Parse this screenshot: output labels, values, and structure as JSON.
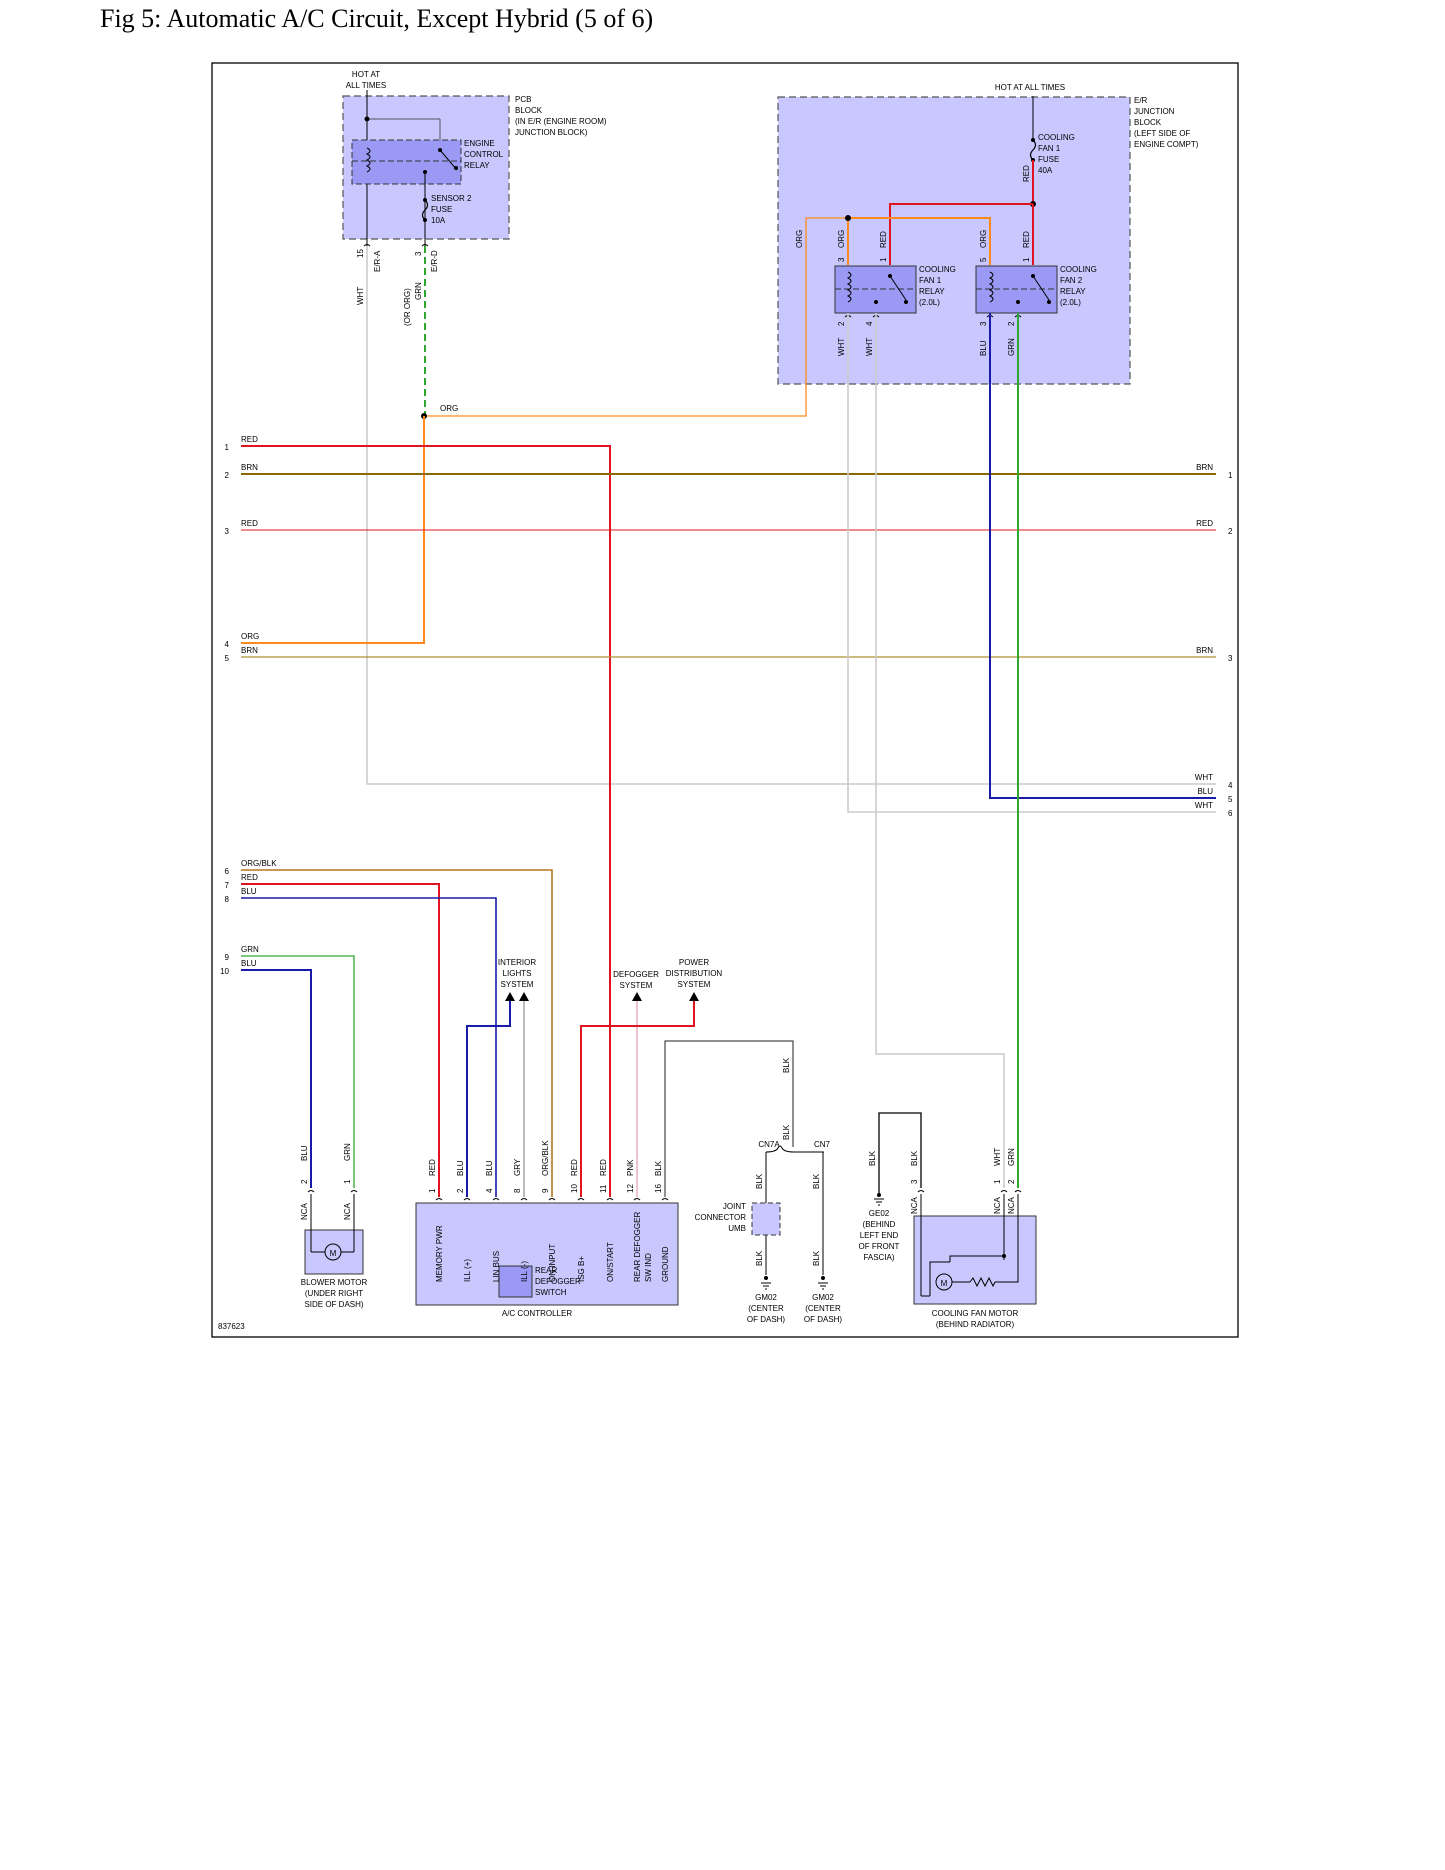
{
  "page": {
    "title": "Fig 5: Automatic A/C Circuit, Except Hybrid (5 of 6)",
    "diagram_id": "837623"
  },
  "colors": {
    "red": "#e0141e",
    "brn": "#8a6a00",
    "brn_light": "#b09030",
    "org": "#ff8a1c",
    "blu": "#1a1aa8",
    "grn": "#2ea82e",
    "wht": "#cccccc",
    "blk": "#222222",
    "gry": "#999999",
    "pnk": "#e8a0b8",
    "orgblk": "#b8761e",
    "block_fill": "#c8c8ff",
    "relay_fill": "#9a9af5"
  },
  "pcb_block": {
    "hot_label_1": "HOT AT",
    "hot_label_2": "ALL TIMES",
    "name_lines": [
      "PCB",
      "BLOCK",
      "(IN E/R (ENGINE ROOM)",
      "JUNCTION BLOCK)"
    ],
    "relay_lines": [
      "ENGINE",
      "CONTROL",
      "RELAY"
    ],
    "fuse_lines": [
      "SENSOR 2",
      "FUSE",
      "10A"
    ],
    "pin_15": "15",
    "pin_3": "3",
    "conn_a": "E/R-A",
    "conn_d": "E/R-D",
    "wire_wht": "WHT",
    "wire_grn": "GRN",
    "wire_or_org": "(OR ORG)"
  },
  "er_block": {
    "hot_label": "HOT AT ALL TIMES",
    "name_lines": [
      "E/R",
      "JUNCTION",
      "BLOCK",
      "(LEFT SIDE OF",
      "ENGINE COMPT)"
    ],
    "fuse_lines": [
      "COOLING",
      "FAN 1",
      "FUSE",
      "40A"
    ],
    "relay1_lines": [
      "COOLING",
      "FAN 1",
      "RELAY",
      "(2.0L)"
    ],
    "relay2_lines": [
      "COOLING",
      "FAN 2",
      "RELAY",
      "(2.0L)"
    ],
    "wire_red": "RED",
    "wire_org": "ORG",
    "wire_wht": "WHT",
    "wire_blu": "BLU",
    "wire_grn": "GRN",
    "splice_org": "ORG",
    "pins": {
      "p1": "1",
      "p2": "2",
      "p3": "3",
      "p4": "4",
      "p5": "5"
    }
  },
  "left_connector": {
    "pins": [
      "1",
      "2",
      "3",
      "4",
      "5",
      "6",
      "7",
      "8",
      "9",
      "10"
    ],
    "colors": [
      "RED",
      "BRN",
      "RED",
      "ORG",
      "BRN",
      "ORG/BLK",
      "RED",
      "BLU",
      "GRN",
      "BLU"
    ]
  },
  "right_connector": {
    "pins": [
      "1",
      "2",
      "3",
      "4",
      "5",
      "6"
    ],
    "colors": [
      "BRN",
      "RED",
      "BRN",
      "WHT",
      "BLU",
      "WHT"
    ]
  },
  "blower_motor": {
    "name_lines": [
      "BLOWER MOTOR",
      "(UNDER RIGHT",
      "SIDE OF DASH)"
    ],
    "wire_blu": "BLU",
    "wire_grn": "GRN",
    "pin_2": "2",
    "pin_1": "1",
    "conn": "NCA",
    "motor": "M"
  },
  "references": {
    "interior_lights": [
      "INTERIOR",
      "LIGHTS",
      "SYSTEM"
    ],
    "defogger": [
      "DEFOGGER",
      "SYSTEM"
    ],
    "power_dist": [
      "POWER",
      "DISTRIBUTION",
      "SYSTEM"
    ]
  },
  "ac_controller": {
    "name": "A/C CONTROLLER",
    "switch_lines": [
      "REAR",
      "DEFOGGER",
      "SWITCH"
    ],
    "pins": [
      {
        "num": "1",
        "wire": "RED",
        "func": "MEMORY PWR"
      },
      {
        "num": "2",
        "wire": "BLU",
        "func": "ILL (+)"
      },
      {
        "num": "4",
        "wire": "BLU",
        "func": "LIN BUS"
      },
      {
        "num": "8",
        "wire": "GRY",
        "func": "ILL (-)"
      },
      {
        "num": "9",
        "wire": "ORG/BLK",
        "func": "ON INPUT"
      },
      {
        "num": "10",
        "wire": "RED",
        "func": "ISG B+"
      },
      {
        "num": "11",
        "wire": "RED",
        "func": "ON/START"
      },
      {
        "num": "12",
        "wire": "PNK",
        "func": "REAR DEFOGGER SW IND"
      },
      {
        "num": "16",
        "wire": "BLK",
        "func": "GROUND"
      }
    ]
  },
  "ground_section": {
    "joint_lines": [
      "JOINT",
      "CONNECTOR",
      "UMB"
    ],
    "cn7a": "CN7A",
    "cn7": "CN7",
    "wire_blk": "BLK",
    "gm02_a": [
      "GM02",
      "(CENTER",
      "OF DASH)"
    ],
    "gm02_b": [
      "GM02",
      "(CENTER",
      "OF DASH)"
    ],
    "ge02": [
      "GE02",
      "(BEHIND",
      "LEFT END",
      "OF FRONT",
      "FASCIA)"
    ]
  },
  "cooling_fan_motor": {
    "name_lines": [
      "COOLING FAN MOTOR",
      "(BEHIND RADIATOR)"
    ],
    "wire_blk": "BLK",
    "wire_wht": "WHT",
    "wire_grn": "GRN",
    "pin_3": "3",
    "pin_1": "1",
    "pin_2": "2",
    "conn": "NCA",
    "motor": "M"
  }
}
